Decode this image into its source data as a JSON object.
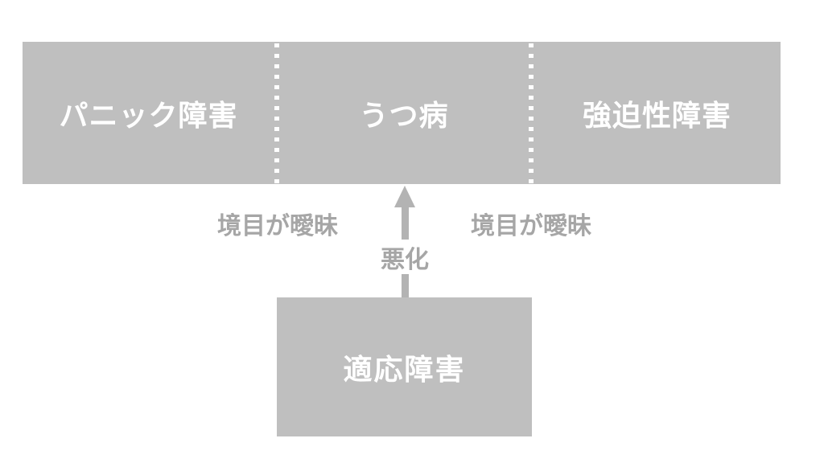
{
  "diagram": {
    "top_bar": {
      "sections": [
        {
          "label": "パニック障害"
        },
        {
          "label": "うつ病"
        },
        {
          "label": "強迫性障害"
        }
      ]
    },
    "boundary_labels": {
      "left": {
        "text": "境目が曖昧"
      },
      "right": {
        "text": "境目が曖昧"
      }
    },
    "arrow": {
      "label": "悪化"
    },
    "bottom_box": {
      "label": "適応障害"
    },
    "colors": {
      "background": "#ffffff",
      "box_fill": "#bfbfbf",
      "box_text": "#ffffff",
      "annotation_text": "#a6a6a6",
      "arrow": "#b3b3b3",
      "dotted_divider": "#ffffff"
    }
  }
}
